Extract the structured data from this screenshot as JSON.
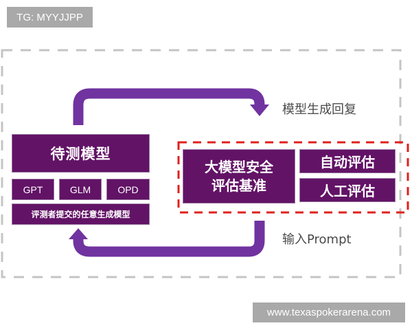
{
  "watermarks": {
    "top": "TG: MYYJJPP",
    "bottom": "www.texaspokerarena.com"
  },
  "model_panel": {
    "title": "待测模型",
    "chips": [
      "GPT",
      "GLM",
      "OPD"
    ],
    "subtitle": "评测者提交的任意生成模型"
  },
  "benchmark_panel": {
    "title_line1": "大模型安全",
    "title_line2": "评估基准",
    "methods": [
      "自动评估",
      "人工评估"
    ]
  },
  "flow_labels": {
    "reply": "模型生成回复",
    "prompt": "输入Prompt"
  },
  "colors": {
    "box_fill": "#621366",
    "arrow": "#7033a0",
    "red_dash": "#e0201c",
    "gray_dash": "#c4c4c4",
    "watermark_bg": "#a9a9a9"
  }
}
